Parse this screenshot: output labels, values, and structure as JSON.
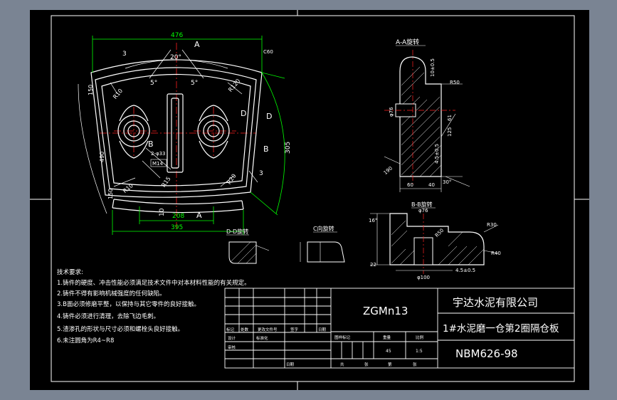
{
  "colors": {
    "frame_bg": "#7a8493",
    "sheet": "#000000",
    "line": "#ffffff",
    "dim": "#00ff00",
    "center": "#ff2020",
    "hatch": "#ffffff"
  },
  "drawing": {
    "dims_main": {
      "top_width": "476",
      "angle_top": "20°",
      "angle_left": "5°",
      "angle_right": "5°",
      "bottom_inner": "208",
      "bottom_outer": "395",
      "right_height": "305",
      "c60": "C60",
      "three_top": "3",
      "three_right": "3",
      "ten": "10",
      "r10_top": "R10",
      "r120": "R120",
      "r10_low": "R10",
      "r15": "R15",
      "r20": "R20",
      "left_a": "150",
      "left_b": "490",
      "left_c": "150",
      "hole_note_a": "2-φ33",
      "hole_note_b": "M14"
    },
    "section_marks": {
      "a_top": "A",
      "a_bottom": "A",
      "b_left": "B",
      "b_right": "B",
      "d_left": "D",
      "d_right": "D"
    },
    "views": {
      "aa_title": "A-A旋转",
      "bb_title": "B-B旋转",
      "cc_title": "C向旋转",
      "dd_title": "D-D旋转"
    },
    "aa_dims": [
      "190",
      "61",
      "125",
      "60",
      "40",
      "30°",
      "10±0.5",
      "4.5±0.5",
      "φ76",
      "R50"
    ],
    "bb_dims": [
      "16°",
      "φ76",
      "R30",
      "22",
      "R50",
      "φ100",
      "4.5±0.5",
      "R40"
    ],
    "notes_title": "技术要求:",
    "notes": [
      "1.铸件的硬度、冲击性能必须满足技术文件中对本材料性能的有关规定。",
      "2.铸件不得有影响机械强度的任何缺陷。",
      "3.B面必须修磨平整，以保持与其它零件的良好接触。",
      "4.铸件必须进行清理，去除飞边毛刺。",
      "5.渣渗孔的形状与尺寸必须和螺栓头良好接触。",
      "6.未注圆角为R4~R8"
    ]
  },
  "title_block": {
    "material": "ZGMn13",
    "company": "宇达水泥有限公司",
    "part_name": "1#水泥磨一仓第2圈隔仓板",
    "drawing_no": "NBM626-98",
    "cols": [
      "标记",
      "处数",
      "更改文件号",
      "签字",
      "日期"
    ],
    "roles": [
      "设计",
      "审核"
    ],
    "standardize": "标准化",
    "date_label": "日期",
    "stage_label": "图样标记",
    "weight_label": "重量",
    "scale_label": "比例",
    "weight_value": "45",
    "scale_value": "1:5",
    "sheet_total": "共",
    "sheet_num": "张",
    "sheet_of": "第",
    "sheet_unit": "张"
  }
}
